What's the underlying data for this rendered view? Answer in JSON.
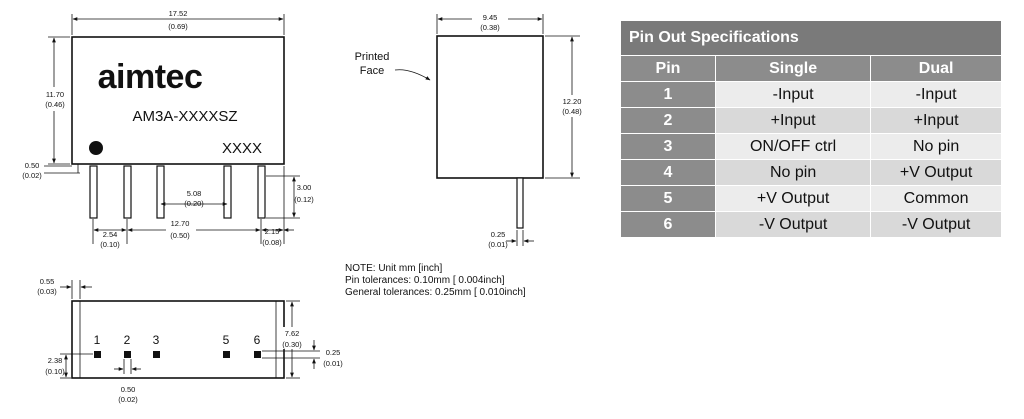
{
  "front_view": {
    "logo": "aimtec",
    "model": "AM3A-XXXXSZ",
    "code": "XXXX",
    "width_mm": "17.52",
    "width_in": "(0.69)",
    "height_mm": "11.70",
    "height_in": "(0.46)",
    "standoff_mm": "0.50",
    "standoff_in": "(0.02)",
    "pin_len_mm": "3.00",
    "pin_len_in": "(0.12)",
    "pitch_mm": "5.08",
    "pitch_in": "(0.20)",
    "span_mm": "12.70",
    "span_in": "(0.50)",
    "left_mm": "2.54",
    "left_in": "(0.10)",
    "right_mm": "2.15",
    "right_in": "(0.08)"
  },
  "side_view": {
    "label_line1": "Printed",
    "label_line2": "Face",
    "width_mm": "9.45",
    "width_in": "(0.38)",
    "height_mm": "12.20",
    "height_in": "(0.48)",
    "pin_mm": "0.25",
    "pin_in": "(0.01)"
  },
  "bottom_view": {
    "edge_mm": "0.55",
    "edge_in": "(0.03)",
    "depth_mm": "7.62",
    "depth_in": "(0.30)",
    "pin_thk_mm": "0.25",
    "pin_thk_in": "(0.01)",
    "row_mm": "2.38",
    "row_in": "(0.10)",
    "pin_w_mm": "0.50",
    "pin_w_in": "(0.02)",
    "pin_numbers": [
      "1",
      "2",
      "3",
      "5",
      "6"
    ]
  },
  "note": {
    "line1": "NOTE: Unit mm [inch]",
    "line2": "Pin tolerances: 0.10mm [ 0.004inch]",
    "line3": "General tolerances: 0.25mm [ 0.010inch]"
  },
  "pin_table": {
    "title": "Pin Out Specifications",
    "headers": [
      "Pin",
      "Single",
      "Dual"
    ],
    "rows": [
      {
        "pin": "1",
        "single": "-Input",
        "dual": "-Input"
      },
      {
        "pin": "2",
        "single": "+Input",
        "dual": "+Input"
      },
      {
        "pin": "3",
        "single": "ON/OFF ctrl",
        "dual": "No pin"
      },
      {
        "pin": "4",
        "single": "No pin",
        "dual": "+V Output"
      },
      {
        "pin": "5",
        "single": "+V Output",
        "dual": "Common"
      },
      {
        "pin": "6",
        "single": "-V Output",
        "dual": "-V Output"
      }
    ]
  }
}
